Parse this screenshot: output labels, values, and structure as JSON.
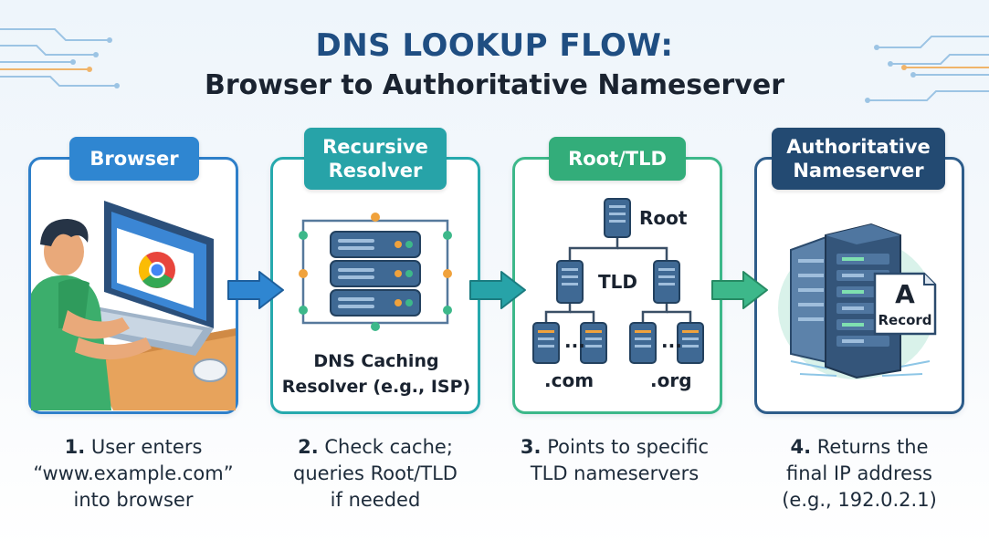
{
  "header": {
    "title": "DNS LOOKUP FLOW:",
    "subtitle": "Browser to Authoritative Nameserver"
  },
  "stages": [
    {
      "label": "Browser",
      "caption_num": "1.",
      "caption_lines": [
        "User enters",
        "“www.example.com”",
        "into browser"
      ],
      "icon": "user-laptop-illustration",
      "color": "#2f86d1"
    },
    {
      "label_lines": [
        "Recursive",
        "Resolver"
      ],
      "inner_lines": [
        "DNS Caching",
        "Resolver (e.g., ISP)"
      ],
      "caption_num": "2.",
      "caption_lines": [
        "Check cache;",
        "queries Root/TLD",
        "if needed"
      ],
      "icon": "server-stack-icon",
      "color": "#27a3a8"
    },
    {
      "label": "Root/TLD",
      "tree": {
        "root": "Root",
        "tld": "TLD",
        "leaf_left": ".com",
        "leaf_right": ".org",
        "ellipsis": "..."
      },
      "caption_num": "3.",
      "caption_lines": [
        "Points to specific",
        "TLD nameservers"
      ],
      "icon": "server-tree-icon",
      "color": "#33ad7a"
    },
    {
      "label_lines": [
        "Authoritative",
        "Nameserver"
      ],
      "record": {
        "big": "A",
        "small": "Record"
      },
      "caption_num": "4.",
      "caption_lines": [
        "Returns the",
        "final IP address",
        "(e.g., 192.0.2.1)"
      ],
      "icon": "server-rack-icon",
      "color": "#234a72"
    }
  ]
}
